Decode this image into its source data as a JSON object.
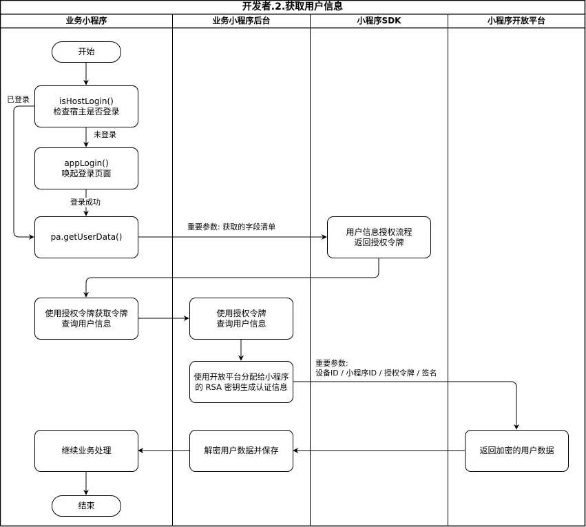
{
  "title": "开发者.2.获取用户信息",
  "lanes": [
    {
      "id": "app",
      "label": "业务小程序"
    },
    {
      "id": "backend",
      "label": "业务小程序后台"
    },
    {
      "id": "sdk",
      "label": "小程序SDK"
    },
    {
      "id": "platform",
      "label": "小程序开放平台"
    }
  ],
  "nodes": {
    "start": {
      "label": "开始",
      "lane": "app",
      "shape": "terminal"
    },
    "is_host_login": {
      "label": "isHostLogin()\n检查宿主是否登录",
      "lane": "app",
      "shape": "process"
    },
    "app_login": {
      "label": "appLogin()\n唤起登录页面",
      "lane": "app",
      "shape": "process"
    },
    "get_user_data": {
      "label": "pa.getUserData()",
      "lane": "app",
      "shape": "process"
    },
    "sdk_auth": {
      "label": "用户信息授权流程\n返回授权令牌",
      "lane": "sdk",
      "shape": "process"
    },
    "app_query": {
      "label": "使用授权令牌获取令牌\n查询用户信息",
      "lane": "app",
      "shape": "process"
    },
    "backend_query": {
      "label": "使用授权令牌\n查询用户信息",
      "lane": "backend",
      "shape": "process"
    },
    "rsa_sign": {
      "label": "使用开放平台分配给小程序\n的 RSA 密钥生成认证信息",
      "lane": "backend",
      "shape": "process"
    },
    "return_encrypted": {
      "label": "返回加密的用户数据",
      "lane": "platform",
      "shape": "process"
    },
    "decrypt_save": {
      "label": "解密用户数据并保存",
      "lane": "backend",
      "shape": "process"
    },
    "continue": {
      "label": "继续业务处理",
      "lane": "app",
      "shape": "process"
    },
    "end": {
      "label": "结束",
      "lane": "app",
      "shape": "terminal"
    }
  },
  "edges": [
    {
      "from": "start",
      "to": "is_host_login",
      "label": ""
    },
    {
      "from": "is_host_login",
      "to": "app_login",
      "label": "未登录"
    },
    {
      "from": "is_host_login",
      "to": "get_user_data",
      "label": "已登录"
    },
    {
      "from": "app_login",
      "to": "get_user_data",
      "label": "登录成功"
    },
    {
      "from": "get_user_data",
      "to": "sdk_auth",
      "label": "重要参数: 获取的字段清单"
    },
    {
      "from": "sdk_auth",
      "to": "app_query",
      "label": ""
    },
    {
      "from": "app_query",
      "to": "backend_query",
      "label": ""
    },
    {
      "from": "backend_query",
      "to": "rsa_sign",
      "label": ""
    },
    {
      "from": "rsa_sign",
      "to": "return_encrypted",
      "label": "重要参数:\n设备ID / 小程序ID  / 授权令牌 / 签名"
    },
    {
      "from": "return_encrypted",
      "to": "decrypt_save",
      "label": ""
    },
    {
      "from": "decrypt_save",
      "to": "continue",
      "label": ""
    },
    {
      "from": "continue",
      "to": "end",
      "label": ""
    }
  ]
}
